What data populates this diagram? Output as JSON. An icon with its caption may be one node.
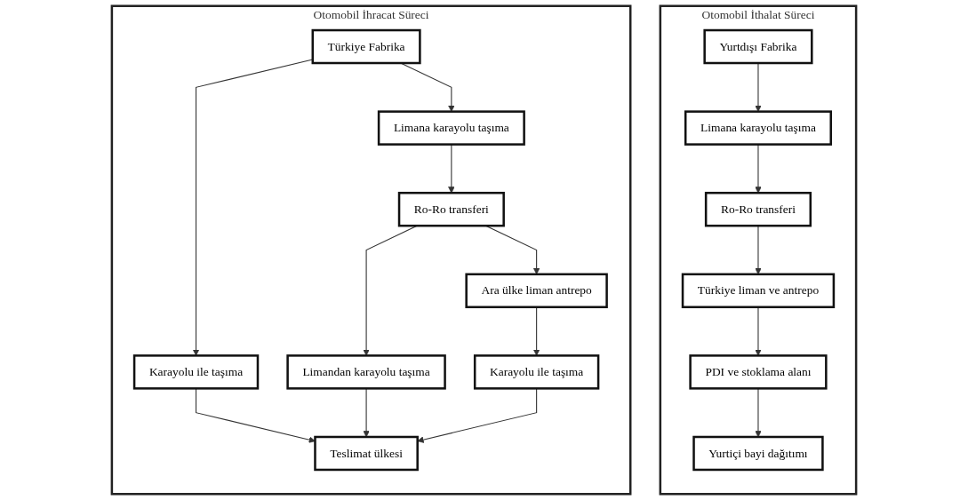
{
  "diagram": {
    "nodes": [
      {
        "text": [
          "Otomobil İthalat Süreci"
        ]
      },
      {
        "text": [
          "Yurtdışı Fabrika"
        ],
        "in": 0
      },
      {
        "text": [
          "Limana karayolu taşıma"
        ],
        "in": 0
      },
      {
        "text": [
          "Ro-Ro transferi"
        ],
        "in": 0
      },
      {
        "text": [
          "Türkiye liman ve antrepo"
        ],
        "in": 0
      },
      {
        "text": [
          "PDI ve stoklama alanı"
        ],
        "in": 0
      },
      {
        "text": [
          "Yurtiçi bayi dağıtımı"
        ],
        "in": 0
      },
      {
        "text": [
          "Otomobil İhracat Süreci"
        ]
      },
      {
        "text": [
          "Türkiye Fabrika"
        ],
        "in": 7
      },
      {
        "text": [
          "Karayolu ile taşıma"
        ],
        "in": 7
      },
      {
        "text": [
          "Limana karayolu taşıma"
        ],
        "in": 7
      },
      {
        "text": [
          "Ro-Ro transferi"
        ],
        "in": 7
      },
      {
        "text": [
          "Limandan karayolu taşıma"
        ],
        "in": 7
      },
      {
        "text": [
          "Ara ülke liman antrepo"
        ],
        "in": 7
      },
      {
        "text": [
          "Karayolu ile taşıma"
        ],
        "in": 7
      },
      {
        "text": [
          "Teslimat ülkesi"
        ],
        "in": 7
      }
    ],
    "edges": [
      {
        "from": 1,
        "to": 2,
        "arrow": "to"
      },
      {
        "from": 2,
        "to": 3,
        "arrow": "to"
      },
      {
        "from": 3,
        "to": 4,
        "arrow": "to"
      },
      {
        "from": 4,
        "to": 5,
        "arrow": "to"
      },
      {
        "from": 5,
        "to": 6,
        "arrow": "to"
      },
      {
        "from": 8,
        "to": 9,
        "arrow": "to"
      },
      {
        "from": 8,
        "to": 10,
        "arrow": "to"
      },
      {
        "from": 10,
        "to": 11,
        "arrow": "to"
      },
      {
        "from": 11,
        "to": 12,
        "arrow": "to"
      },
      {
        "from": 11,
        "to": 13,
        "arrow": "to"
      },
      {
        "from": 13,
        "to": 14,
        "arrow": "to"
      },
      {
        "from": 9,
        "to": 15,
        "arrow": "to"
      },
      {
        "from": 12,
        "to": 15,
        "arrow": "to"
      },
      {
        "from": 14,
        "to": 15,
        "arrow": "to"
      }
    ]
  }
}
